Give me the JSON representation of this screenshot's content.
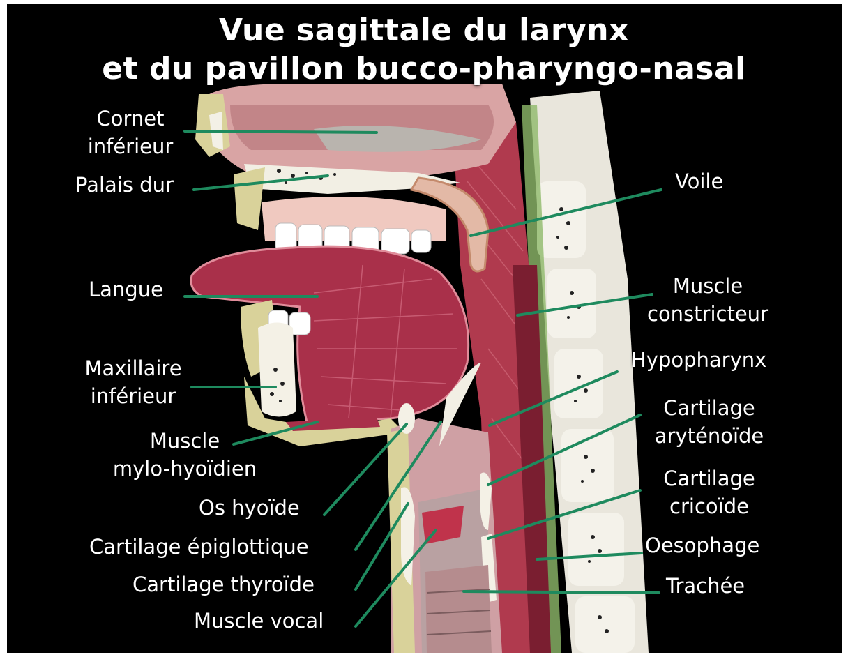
{
  "title": {
    "line1": "Vue sagittale du larynx",
    "line2": "et du pavillon bucco-pharyngo-nasal"
  },
  "colors": {
    "background": "#000000",
    "leader_lines": "#1e8a5e",
    "muscle": "#b03a4e",
    "tissue_pink": "#c98a8c",
    "bone": "#f2efe4",
    "fat_yellow": "#d9d29a"
  },
  "labels": {
    "cornet": [
      "Cornet",
      "inférieur"
    ],
    "palais": [
      "Palais dur"
    ],
    "voile": [
      "Voile"
    ],
    "langue": [
      "Langue"
    ],
    "constricteur": [
      "Muscle",
      "constricteur"
    ],
    "maxillaire": [
      "Maxillaire",
      "inférieur"
    ],
    "hypopharynx": [
      "Hypopharynx"
    ],
    "mylo": [
      "Muscle",
      "mylo-hyoïdien"
    ],
    "arytenoide": [
      "Cartilage",
      "aryténoïde"
    ],
    "hyoide": [
      "Os hyoïde"
    ],
    "cricoide": [
      "Cartilage",
      "cricoïde"
    ],
    "epiglottique": [
      "Cartilage épiglottique"
    ],
    "oesophage": [
      "Oesophage"
    ],
    "thyroide": [
      "Cartilage thyroïde"
    ],
    "trachee": [
      "Trachée"
    ],
    "vocal": [
      "Muscle vocal"
    ]
  }
}
